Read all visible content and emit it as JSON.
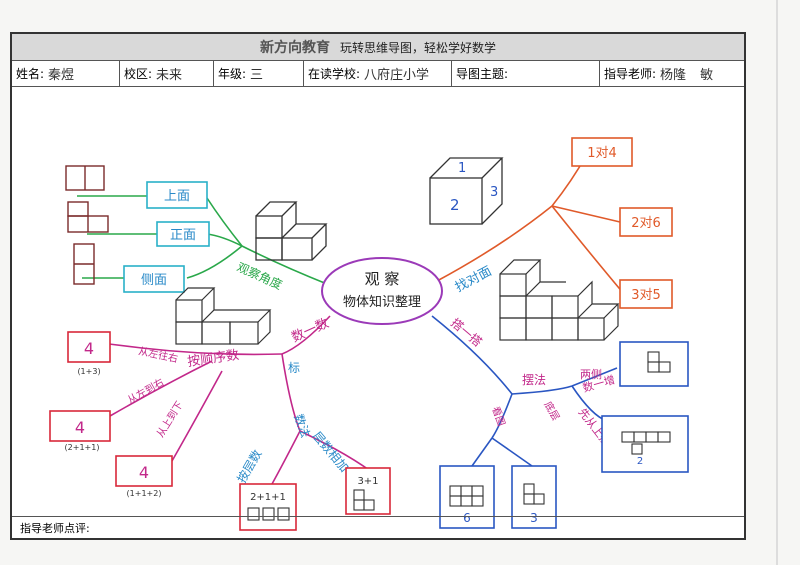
{
  "header": {
    "brand": "新方向教育",
    "slogan": "玩转思维导图，轻松学好数学"
  },
  "info": {
    "name_label": "姓名:",
    "name_value": "秦煜",
    "school_district_label": "校区:",
    "school_district_value": "未来",
    "grade_label": "年级:",
    "grade_value": "三",
    "school_label": "在读学校:",
    "school_value": "八府庄小学",
    "topic_label": "导图主题:",
    "teacher_label": "指导老师:",
    "teacher_value": "杨隆",
    "teacher_extra": "敏"
  },
  "footer": {
    "comment_label": "指导老师点评:"
  },
  "mindmap": {
    "center_line1": "观 察",
    "center_line2": "物体知识整理",
    "branch_angle": "观察角度",
    "view_top": "上面",
    "view_front": "正面",
    "view_side": "侧面",
    "branch_pairs": "找对面",
    "pair_1": "1对4",
    "pair_2": "2对6",
    "pair_3": "3对5",
    "cube_num_1": "1",
    "cube_num_2": "2",
    "cube_num_3": "3",
    "branch_count": "数一数",
    "count_order": "按顺序数",
    "count_left_right": "从左往右",
    "count_front_back": "从左到右",
    "count_top_bottom": "从上到下",
    "count_a_value": "4",
    "count_a_sum": "(1+3)",
    "count_b_value": "4",
    "count_b_sum": "(2+1+1)",
    "count_c_value": "4",
    "count_c_sum": "(1+1+2)",
    "count_mark": "标",
    "count_mark2": "数法",
    "count_layer": "按层数",
    "count_layer_add": "层数相加",
    "layer_a_sum": "2+1+1",
    "layer_b_sum": "3+1",
    "branch_build": "搭一搭",
    "build_method": "摆法",
    "build_seen": "看图",
    "build_two": "两侧",
    "build_add": "数一增",
    "build_base": "先从上摆",
    "build_more": "底层",
    "build_num_6": "6",
    "build_num_3": "3",
    "build_num_2": "2"
  }
}
